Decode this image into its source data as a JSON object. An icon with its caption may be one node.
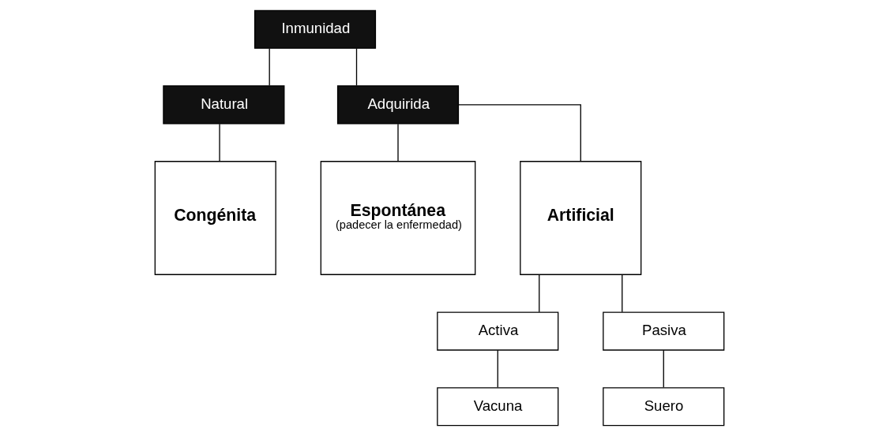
{
  "diagram": {
    "nodes": [
      {
        "text": [
          "Inmunidad"
        ]
      },
      {
        "text": [
          "Natural"
        ]
      },
      {
        "text": [
          "Adquirida"
        ]
      },
      {
        "text": [
          "Congénita"
        ]
      },
      {
        "text": [
          "Espontánea",
          "(padecer la enfermedad)"
        ]
      },
      {
        "text": [
          "Artificial"
        ]
      },
      {
        "text": [
          "Activa"
        ]
      },
      {
        "text": [
          "Pasiva"
        ]
      },
      {
        "text": [
          "Vacuna"
        ]
      },
      {
        "text": [
          "Suero"
        ]
      }
    ],
    "edges": [
      {
        "from": 0,
        "to": 1,
        "arrow": "none"
      },
      {
        "from": 0,
        "to": 2,
        "arrow": "none"
      },
      {
        "from": 1,
        "to": 3,
        "arrow": "none"
      },
      {
        "from": 2,
        "to": 4,
        "arrow": "none"
      },
      {
        "from": 2,
        "to": 5,
        "arrow": "none"
      },
      {
        "from": 5,
        "to": 6,
        "arrow": "none"
      },
      {
        "from": 5,
        "to": 7,
        "arrow": "none"
      },
      {
        "from": 6,
        "to": 8,
        "arrow": "none"
      },
      {
        "from": 7,
        "to": 9,
        "arrow": "none"
      }
    ]
  }
}
